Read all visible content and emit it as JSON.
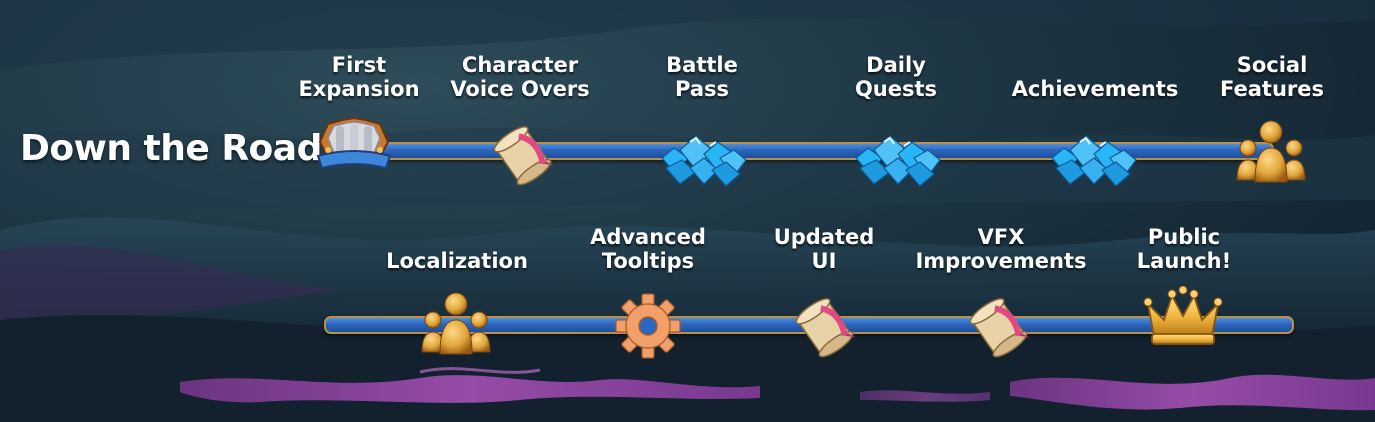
{
  "heading": "Down the Road",
  "row1": {
    "milestones": [
      {
        "label": "First\nExpansion",
        "icon": "expansion-crown-icon"
      },
      {
        "label": "Character\nVoice Overs",
        "icon": "scroll-icon"
      },
      {
        "label": "Battle\nPass",
        "icon": "gems-icon"
      },
      {
        "label": "Daily\nQuests",
        "icon": "gems-icon"
      },
      {
        "label": "Achievements",
        "icon": "gems-icon"
      },
      {
        "label": "Social\nFeatures",
        "icon": "people-icon"
      }
    ]
  },
  "row2": {
    "milestones": [
      {
        "label": "Localization",
        "icon": "people-icon"
      },
      {
        "label": "Advanced\nTooltips",
        "icon": "gear-icon"
      },
      {
        "label": "Updated\nUI",
        "icon": "scroll-icon"
      },
      {
        "label": "VFX\nImprovements",
        "icon": "scroll-icon"
      },
      {
        "label": "Public\nLaunch!",
        "icon": "gold-crown-icon"
      }
    ]
  },
  "colors": {
    "track_blue": "#2c66bd",
    "track_border": "#b89248",
    "gem_blue": "#29b6f6",
    "gold": "#e0a63a",
    "scroll_ribbon": "#e04a82",
    "gear_orange": "#f0a068",
    "mist_pink": "#b84fc4"
  }
}
